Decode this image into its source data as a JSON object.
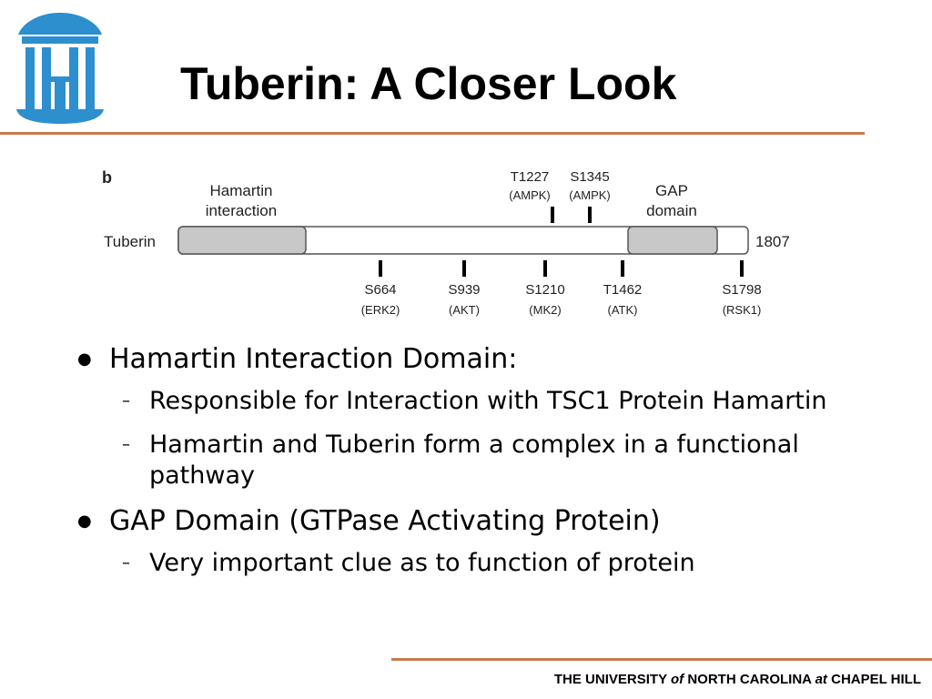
{
  "colors": {
    "accent_rule": "#c87a4a",
    "logo_blue": "#2e8fcf",
    "domain_fill": "#c8c8c8"
  },
  "slide": {
    "title": "Tuberin: A Closer Look"
  },
  "diagram": {
    "panel_label": "b",
    "protein_label": "Tuberin",
    "length_label": "1807",
    "domains": [
      {
        "label_line1": "Hamartin",
        "label_line2": "interaction"
      },
      {
        "label_line1": "GAP",
        "label_line2": "domain"
      }
    ],
    "sites_top": [
      {
        "site": "T1227",
        "kinase": "(AMPK)"
      },
      {
        "site": "S1345",
        "kinase": "(AMPK)"
      }
    ],
    "sites_bottom": [
      {
        "site": "S664",
        "kinase": "(ERK2)"
      },
      {
        "site": "S939",
        "kinase": "(AKT)"
      },
      {
        "site": "S1210",
        "kinase": "(MK2)"
      },
      {
        "site": "T1462",
        "kinase": "(ATK)"
      },
      {
        "site": "S1798",
        "kinase": "(RSK1)"
      }
    ]
  },
  "bullets": [
    {
      "text": "Hamartin Interaction Domain:",
      "subs": [
        "Responsible for Interaction with TSC1 Protein Hamartin",
        "Hamartin and Tuberin form a complex in a functional pathway"
      ]
    },
    {
      "text": "GAP Domain (GTPase Activating Protein)",
      "subs": [
        "Very important clue as to function of protein"
      ]
    }
  ],
  "footer": {
    "part1": "THE UNIVERSITY ",
    "part2": "of",
    "part3": " NORTH CAROLINA ",
    "part4": "at",
    "part5": " CHAPEL HILL"
  }
}
